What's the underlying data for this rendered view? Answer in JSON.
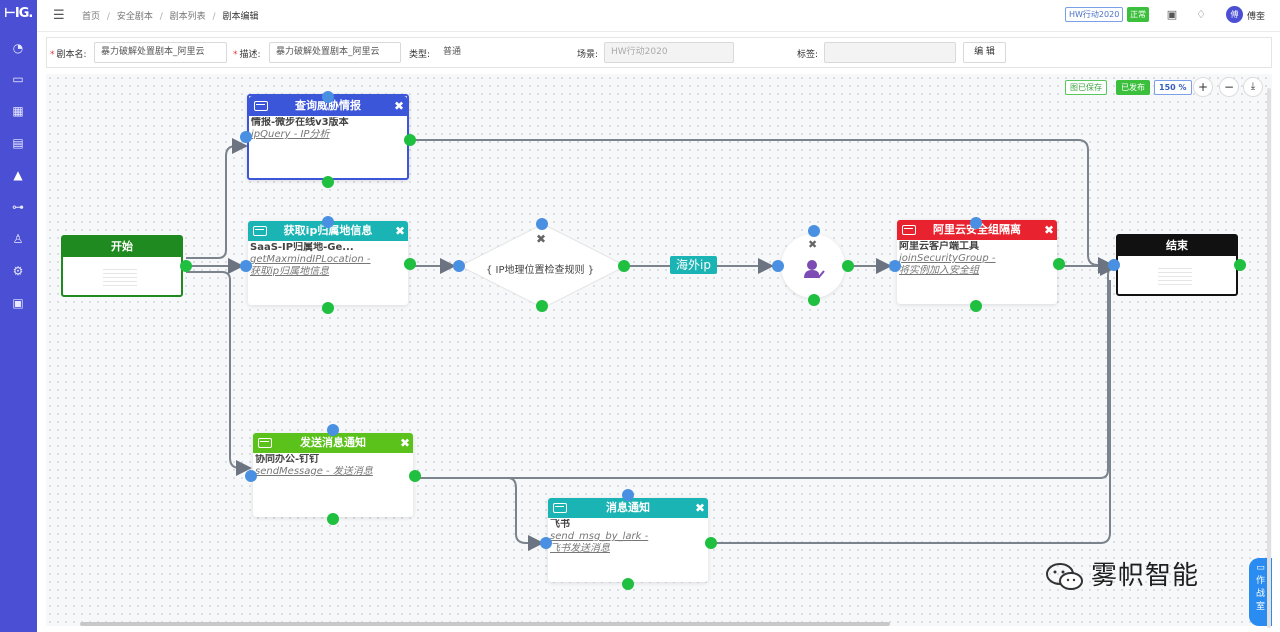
{
  "sidebar": {
    "logo": "⊢IG.",
    "items": [
      {
        "icon": "dashboard-icon",
        "glyph": "◔"
      },
      {
        "icon": "monitor-icon",
        "glyph": "▭"
      },
      {
        "icon": "grid-icon",
        "glyph": "▦"
      },
      {
        "icon": "book-icon",
        "glyph": "▤"
      },
      {
        "icon": "warning-icon",
        "glyph": "▲"
      },
      {
        "icon": "hierarchy-icon",
        "glyph": "⊶"
      },
      {
        "icon": "user-icon",
        "glyph": "♙"
      },
      {
        "icon": "settings-icon",
        "glyph": "⚙"
      },
      {
        "icon": "document-icon",
        "glyph": "▣"
      }
    ]
  },
  "header": {
    "menu_glyph": "☰",
    "breadcrumb": [
      "首页",
      "安全剧本",
      "剧本列表",
      "剧本编辑"
    ],
    "separator": "/",
    "hw_tag": "HW行动2020",
    "status_tag": "正常",
    "calendar_glyph": "▣",
    "bell_glyph": "♢",
    "avatar_text": "傅",
    "username": "傅奎"
  },
  "form": {
    "name_label": "剧本名:",
    "name_value": "暴力破解处置剧本_阿里云",
    "desc_label": "描述:",
    "desc_value": "暴力破解处置剧本_阿里云",
    "type_label": "类型:",
    "type_value": "普通",
    "scene_label": "场景:",
    "scene_value": "HW行动2020",
    "tags_label": "标签:",
    "tags_value": "",
    "required_mark": "*",
    "edit_button": "编 辑"
  },
  "toolbar": {
    "saved_tag": "图已保存",
    "published_tag": "已发布",
    "zoom": "150 %",
    "zoom_in": "+",
    "zoom_out": "−",
    "download_glyph": "⤓"
  },
  "nodes": {
    "start": {
      "title": "开始"
    },
    "end": {
      "title": "结束"
    },
    "query_threat": {
      "title": "查询威胁情报",
      "line1": "情报-微步在线v3版本",
      "line2": "ipQuery - IP分析",
      "line3": ""
    },
    "get_ip_location": {
      "title": "获取ip归属地信息",
      "line1": "SaaS-IP归属地-Ge...",
      "line2": "getMaxmindIPLocation -",
      "line3": "获取ip归属地信息"
    },
    "ip_rule": {
      "label": "{ IP地理位置检查规则 }"
    },
    "overseas_ip": {
      "label": "海外ip"
    },
    "aliyun_isolate": {
      "title": "阿里云安全组隔离",
      "line1": "阿里云客户端工具",
      "line2": "joinSecurityGroup -",
      "line3": "将实例加入安全组"
    },
    "send_notify": {
      "title": "发送消息通知",
      "line1": "协同办公-钉钉",
      "line2": "sendMessage - 发送消息",
      "line3": ""
    },
    "msg_notify": {
      "title": "消息通知",
      "line1": "飞书",
      "line2": "send_msg_by_lark -",
      "line3": "飞书发送消息"
    }
  },
  "colors": {
    "sidebar": "#4b4fd3",
    "blue_node": "#3c56d9",
    "teal_node": "#1ab4b4",
    "red_node": "#e8232f",
    "green_node": "#5ac21a",
    "start_green": "#1f8a1f",
    "end_black": "#111111",
    "port_blue": "#4a90e2",
    "port_green": "#1fbf3f"
  },
  "watermark": {
    "text": "雾帜智能"
  },
  "war_room": {
    "glyph": "▭",
    "line1": "作",
    "line2": "战",
    "line3": "室"
  }
}
